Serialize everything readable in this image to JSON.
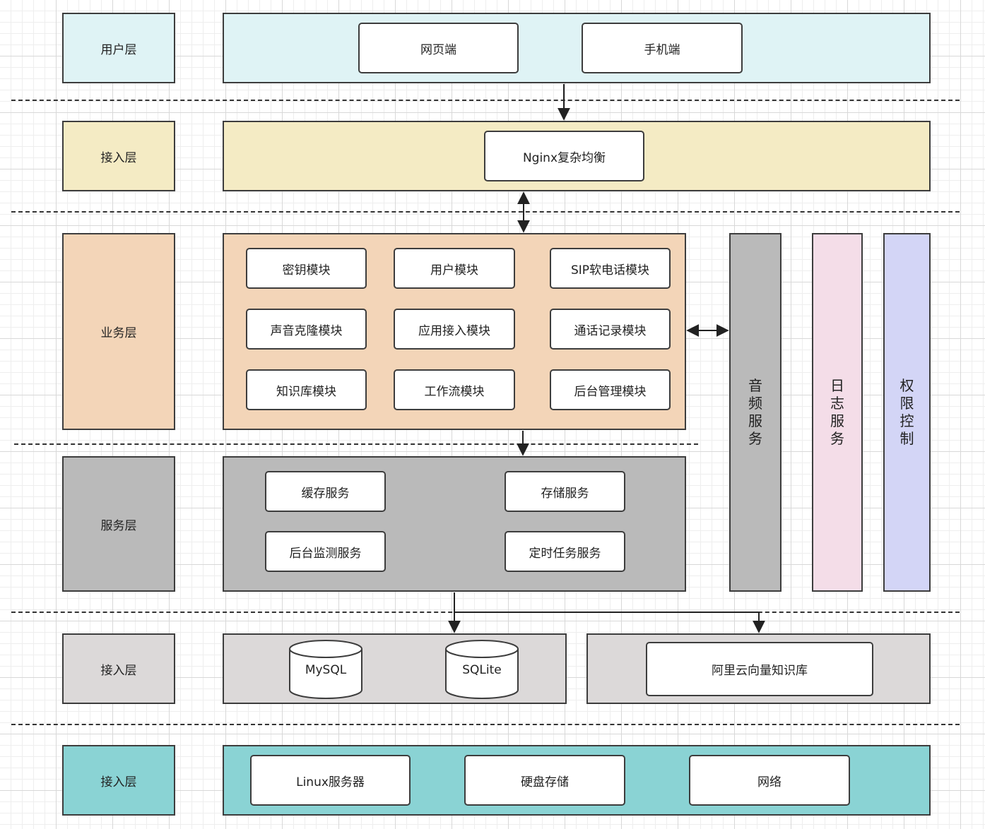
{
  "colors": {
    "user_layer": "#dff3f5",
    "access_layer": "#f4ebc4",
    "business_layer": "#f3d5b8",
    "service_layer": "#bababa",
    "data_layer": "#dcd9d9",
    "infra_layer": "#8ad3d4",
    "audio_service": "#bababa",
    "log_service": "#f4dde8",
    "permission": "#d3d5f6"
  },
  "layers": {
    "user": "用户层",
    "access": "接入层",
    "business": "业务层",
    "service": "服务层",
    "data": "接入层",
    "infra": "接入层"
  },
  "user_layer": {
    "web": "网页端",
    "mobile": "手机端"
  },
  "access_layer": {
    "nginx": "Nginx复杂均衡"
  },
  "business_layer": {
    "modules": [
      "密钥模块",
      "用户模块",
      "SIP软电话模块",
      "声音克隆模块",
      "应用接入模块",
      "通话记录模块",
      "知识库模块",
      "工作流模块",
      "后台管理模块"
    ]
  },
  "service_layer": {
    "services": [
      "缓存服务",
      "存储服务",
      "后台监测服务",
      "定时任务服务"
    ]
  },
  "side_services": {
    "audio": "音频服务",
    "log": "日志服务",
    "permission": "权限控制"
  },
  "data_layer": {
    "mysql": "MySQL",
    "sqlite": "SQLite",
    "vector_kb": "阿里云向量知识库"
  },
  "infra_layer": {
    "linux": "Linux服务器",
    "disk": "硬盘存储",
    "network": "网络"
  }
}
